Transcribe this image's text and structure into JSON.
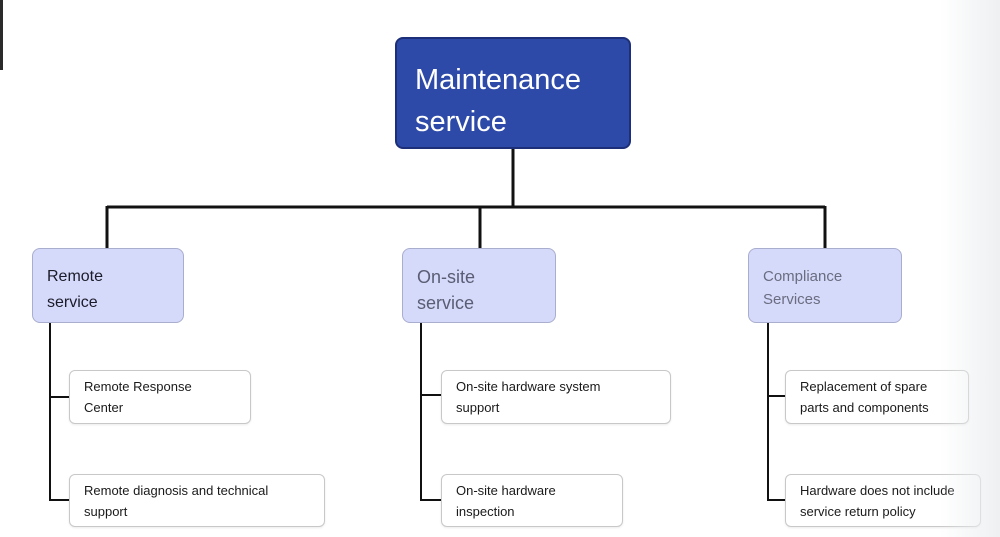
{
  "diagram": {
    "root": {
      "line1": "Maintenance",
      "line2": "service"
    },
    "categories": [
      {
        "line1": "Remote",
        "line2": "service",
        "items": [
          {
            "line1": "Remote Response",
            "line2": "Center"
          },
          {
            "line1": "Remote diagnosis and technical",
            "line2": "support"
          }
        ]
      },
      {
        "line1": "On-site",
        "line2": "service",
        "items": [
          {
            "line1": "On-site hardware system",
            "line2": "support"
          },
          {
            "line1": "On-site hardware",
            "line2": "inspection"
          }
        ]
      },
      {
        "line1": "Compliance",
        "line2": "Services",
        "items": [
          {
            "line1": "Replacement of spare",
            "line2": "parts and components"
          },
          {
            "line1": "Hardware does not include",
            "line2": "service return policy"
          }
        ]
      }
    ]
  },
  "colors": {
    "root_fill": "#2e4aa8",
    "category_fill": "#d6dafa",
    "connector": "#111111"
  }
}
